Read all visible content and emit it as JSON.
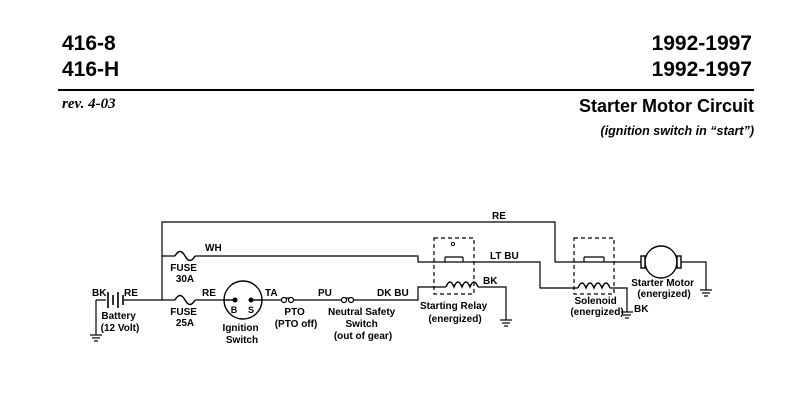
{
  "header": {
    "model_1": "416-8",
    "model_2": "416-H",
    "years_1": "1992-1997",
    "years_2": "1992-1997",
    "revision": "rev. 4-03",
    "title": "Starter Motor Circuit",
    "subtitle": "(ignition switch in “start”)"
  },
  "diagram": {
    "wires": {
      "re_top": "RE",
      "wh": "WH",
      "lt_bu": "LT BU",
      "bk_relay": "BK",
      "bk_battery": "BK",
      "re_battery": "RE",
      "re_ignition": "RE",
      "ta": "TA",
      "pu": "PU",
      "dk_bu": "DK BU",
      "bk_solenoid": "BK"
    },
    "components": {
      "fuse_30a": [
        "FUSE",
        "30A"
      ],
      "fuse_25a": [
        "FUSE",
        "25A"
      ],
      "battery": [
        "Battery",
        "(12 Volt)"
      ],
      "ignition_terminal_b": "B",
      "ignition_terminal_s": "S",
      "ignition_switch": [
        "Ignition",
        "Switch"
      ],
      "pto": [
        "PTO",
        "(PTO off)"
      ],
      "neutral_switch": [
        "Neutral Safety",
        "Switch",
        "(out of gear)"
      ],
      "starting_relay": [
        "Starting Relay",
        "(energized)"
      ],
      "solenoid": [
        "Solenoid",
        "(energized)"
      ],
      "starter_motor": [
        "Starter Motor",
        "(energized)"
      ]
    }
  }
}
